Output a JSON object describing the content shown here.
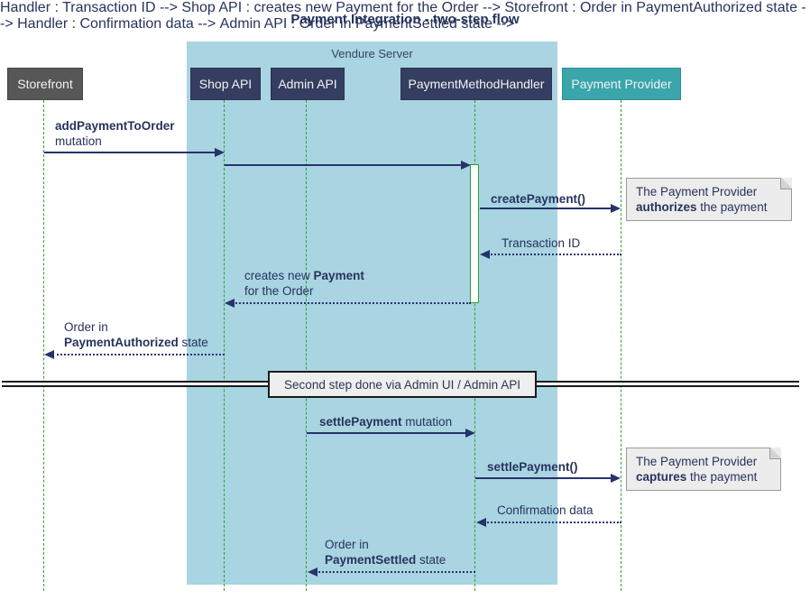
{
  "title": "Payment Integration - two-step flow",
  "frame": {
    "label": "Vendure Server"
  },
  "participants": [
    {
      "name": "Storefront"
    },
    {
      "name": "Shop API"
    },
    {
      "name": "Admin API"
    },
    {
      "name": "PaymentMethodHandler"
    },
    {
      "name": "Payment Provider"
    }
  ],
  "messages": {
    "add_payment": {
      "line1_bold": "addPaymentToOrder",
      "line2": "mutation"
    },
    "create_payment": {
      "bold": "createPayment()"
    },
    "transaction_id": {
      "text": "Transaction ID"
    },
    "creates_payment": {
      "line1_pre": "creates new ",
      "line1_bold": "Payment",
      "line2": "for the Order"
    },
    "order_authorized": {
      "line1": "Order in",
      "line2_bold": "PaymentAuthorized",
      "line2_rest": " state"
    },
    "settle_payment_mutation": {
      "bold": "settlePayment",
      "rest": " mutation"
    },
    "settle_payment_call": {
      "bold": "settlePayment()"
    },
    "confirmation_data": {
      "text": "Confirmation data"
    },
    "order_settled": {
      "line1": "Order in",
      "line2_bold": "PaymentSettled",
      "line2_rest": " state"
    }
  },
  "divider": {
    "label": "Second step done via Admin UI / Admin API"
  },
  "notes": {
    "authorize": {
      "line1": "The Payment Provider",
      "line2_bold": "authorizes",
      "line2_rest": " the payment"
    },
    "capture": {
      "line1": "The Payment Provider",
      "line2_bold": "captures",
      "line2_rest": " the payment"
    }
  },
  "colors": {
    "frame_bg": "#A9D4E2",
    "participant_navy": "#353E60",
    "participant_gray": "#575757",
    "participant_teal": "#3AA6AB",
    "arrow_navy": "#26336B",
    "lifeline_green": "#2EA12E",
    "note_bg": "#ECECEC",
    "divider_bg": "#EEEEEE",
    "text_navy": "#27335C"
  }
}
